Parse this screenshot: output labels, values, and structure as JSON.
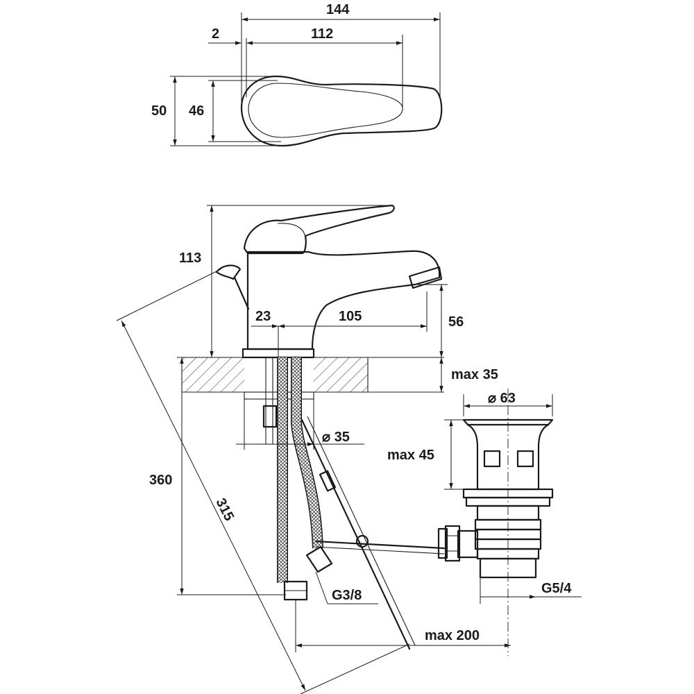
{
  "top_view": {
    "dim_width_total": "144",
    "dim_offset": "2",
    "dim_lever_length": "112",
    "dim_height_outer": "50",
    "dim_height_inner": "46"
  },
  "side_view": {
    "dim_height": "113",
    "dim_base_to_axis": "23",
    "dim_spout_reach": "105",
    "dim_spout_height": "56",
    "dim_counter_thickness": "max 35",
    "dim_hole_diameter": "⌀ 35",
    "dim_hose_length": "360",
    "dim_rod_length": "315",
    "dim_hose_thread": "G3/8",
    "dim_rod_reach": "max 200"
  },
  "waste": {
    "dim_plug_diameter": "⌀ 63",
    "dim_plug_height": "max 45",
    "dim_thread": "G5/4"
  },
  "colors": {
    "ink": "#1a1a1a",
    "paper": "#ffffff"
  }
}
